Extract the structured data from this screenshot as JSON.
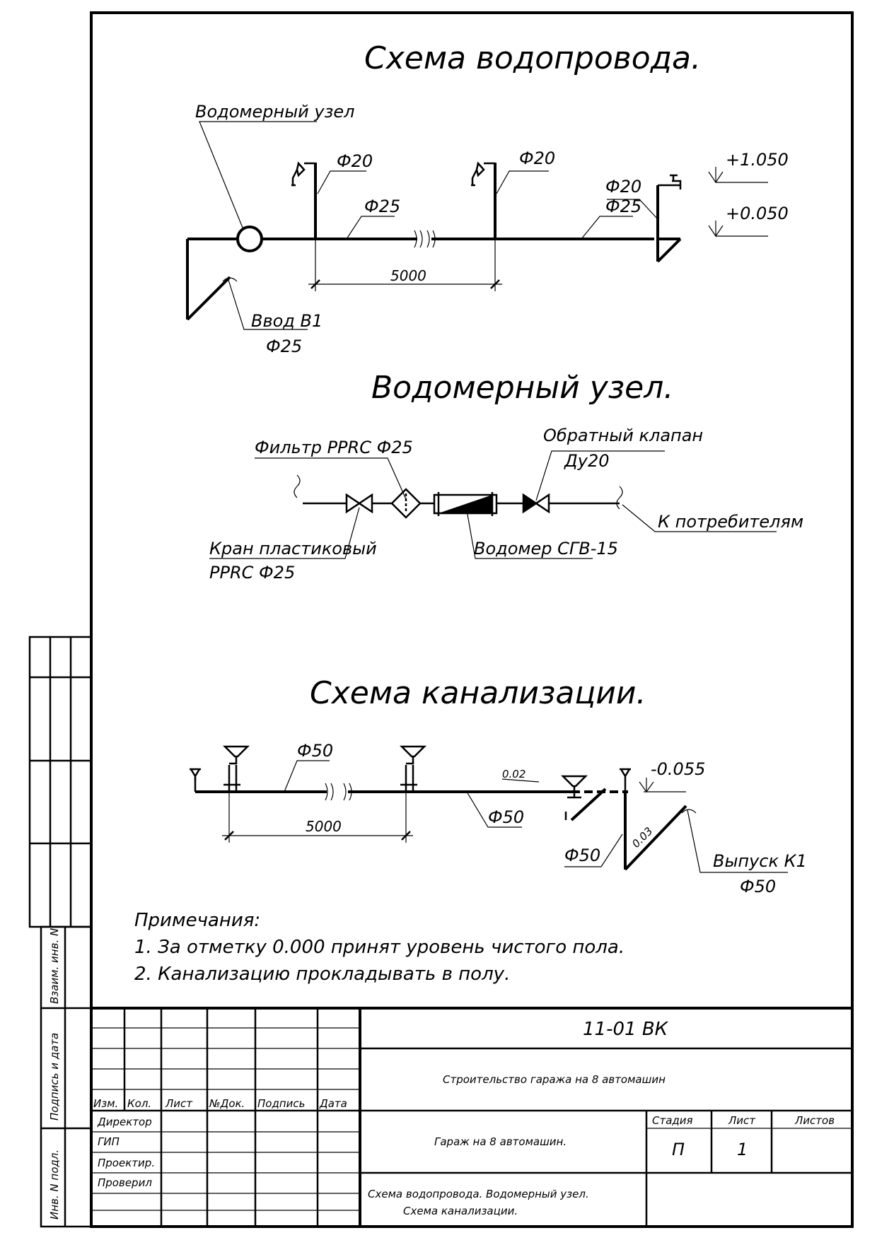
{
  "sheet": {
    "water_scheme_title": "Схема водопровода.",
    "meter_unit_title": "Водомерный узел.",
    "sewer_scheme_title": "Схема канализации."
  },
  "water": {
    "meter_unit_label": "Водомерный узел",
    "riser1_dia": "Ф20",
    "riser2_dia": "Ф20",
    "main_dia": "Ф25",
    "riser3_dia_top": "Ф20",
    "riser3_dia_bottom": "Ф25",
    "level_high": "+1.050",
    "level_low": "+0.050",
    "span": "5000",
    "inlet_name": "Ввод В1",
    "inlet_dia": "Ф25"
  },
  "meter_unit": {
    "filter": "Фильтр PPRC Ф25",
    "check_valve": "Обратный клапан",
    "check_valve_size": "Ду20",
    "to_consumers": "К потребителям",
    "tap_line1": "Кран пластиковый",
    "tap_line2": "PPRC Ф25",
    "meter": "Водомер СГВ-15"
  },
  "sewer": {
    "main_dia_top": "Ф50",
    "main_dia_bottom": "Ф50",
    "slope1": "0.02",
    "slope2": "0.03",
    "level": "-0.055",
    "span": "5000",
    "branch_dia": "Ф50",
    "outlet_name": "Выпуск К1",
    "outlet_dia": "Ф50"
  },
  "notes": {
    "heading": "Примечания:",
    "items": [
      "1. За отметку 0.000 принят уровень чистого пола.",
      "2. Канализацию прокладывать в полу."
    ]
  },
  "left_margin": {
    "vzaim": "Взаим. инв. N",
    "podpis": "Подпись и дата",
    "inv": "Инв. N подл."
  },
  "title_block": {
    "code": "11-01 ВК",
    "project": "Строительство гаража на 8 автомашин",
    "object": "Гараж на 8 автомашин.",
    "sheet_title_line1": "Схема водопровода. Водомерный узел.",
    "sheet_title_line2": "Схема канализации.",
    "headers": [
      "Изм.",
      "Кол.",
      "Лист",
      "№Док.",
      "Подпись",
      "Дата"
    ],
    "roles": [
      "Директор",
      "ГИП",
      "Проектир.",
      "Проверил"
    ],
    "stage_label": "Стадия",
    "sheet_label": "Лист",
    "sheets_label": "Листов",
    "stage": "П",
    "sheet": "1",
    "sheets": ""
  }
}
